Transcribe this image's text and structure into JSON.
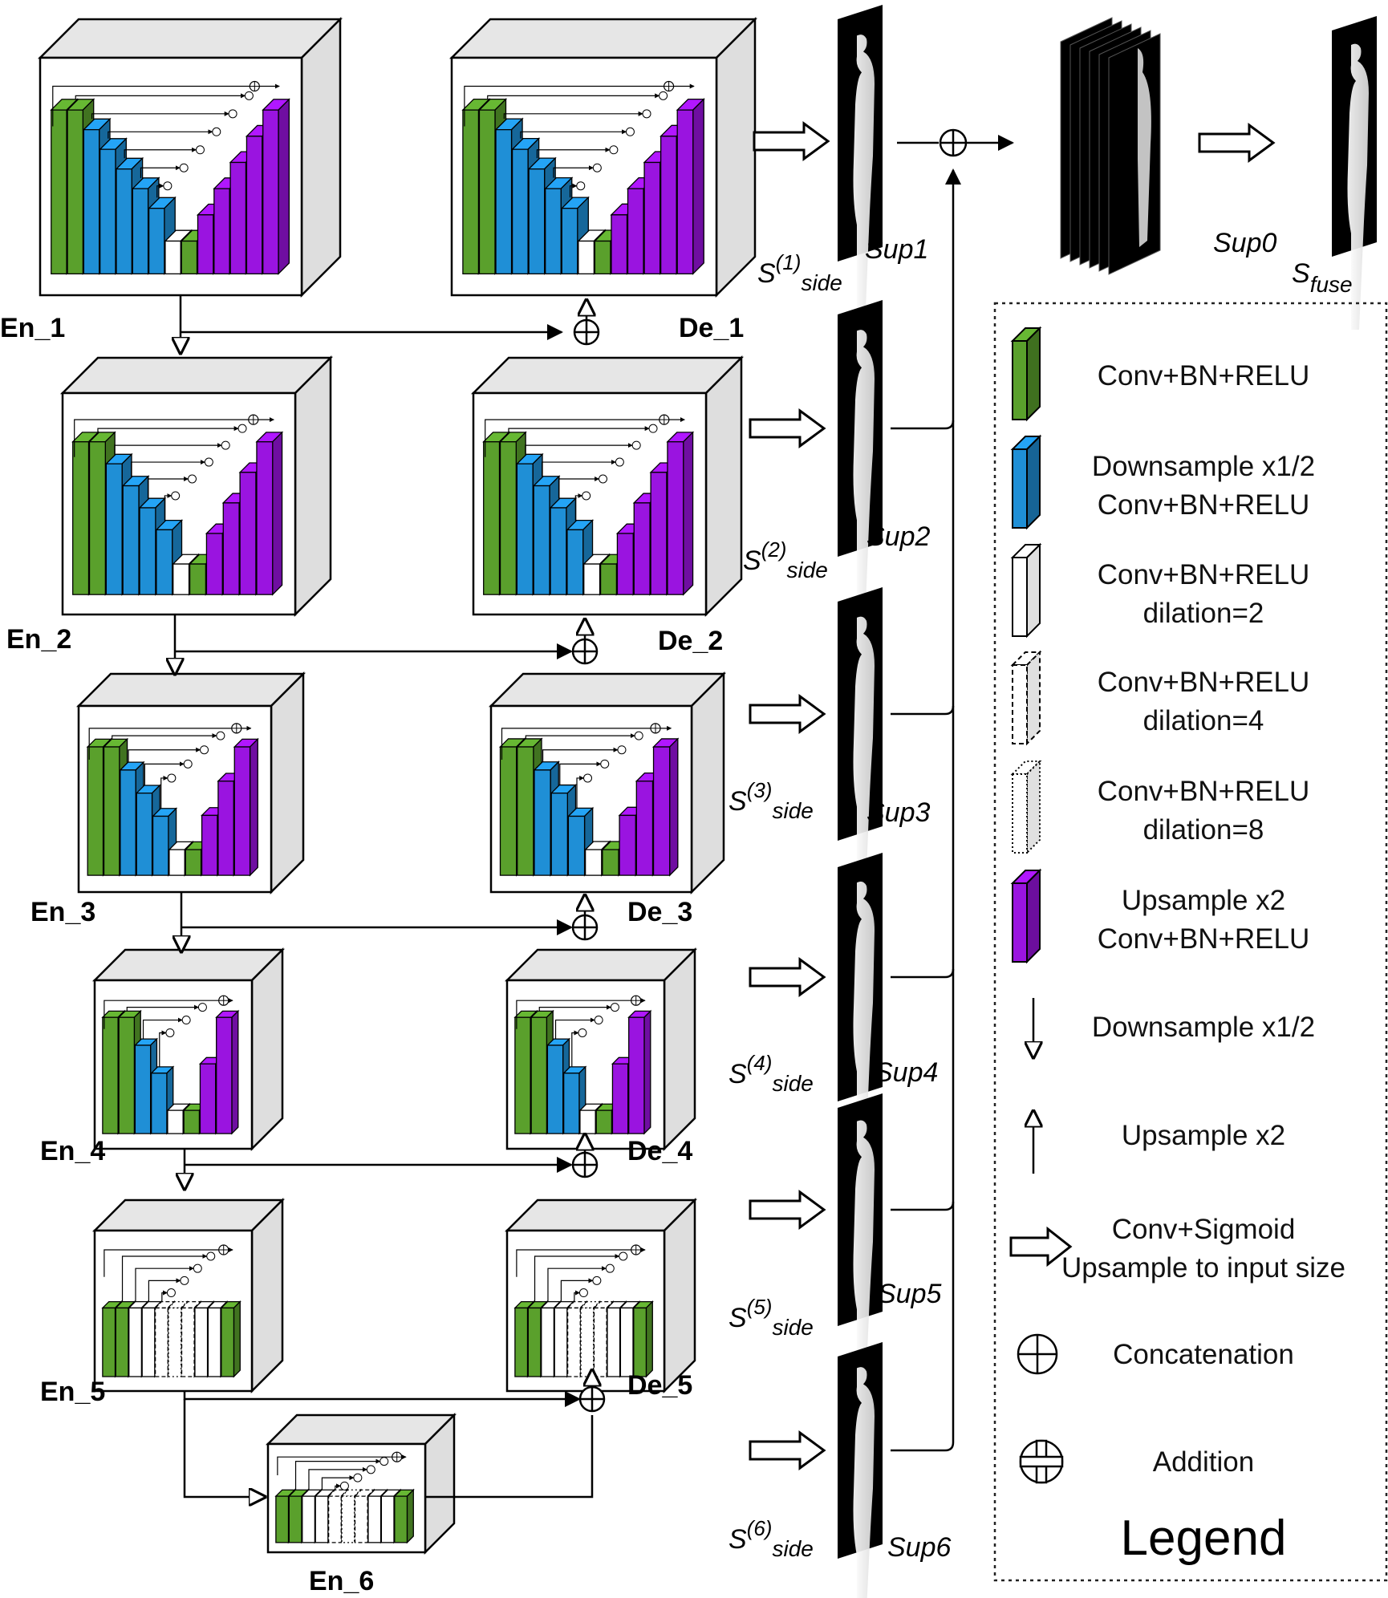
{
  "stages": {
    "en1": "En_1",
    "en2": "En_2",
    "en3": "En_3",
    "en4": "En_4",
    "en5": "En_5",
    "en6": "En_6",
    "de1": "De_1",
    "de2": "De_2",
    "de3": "De_3",
    "de4": "De_4",
    "de5": "De_5"
  },
  "side_outputs": [
    {
      "sup": "Sup1",
      "s": "S",
      "sup_idx": "(1)",
      "sub": "side"
    },
    {
      "sup": "Sup2",
      "s": "S",
      "sup_idx": "(2)",
      "sub": "side"
    },
    {
      "sup": "Sup3",
      "s": "S",
      "sup_idx": "(3)",
      "sub": "side"
    },
    {
      "sup": "Sup4",
      "s": "S",
      "sup_idx": "(4)",
      "sub": "side"
    },
    {
      "sup": "Sup5",
      "s": "S",
      "sup_idx": "(5)",
      "sub": "side"
    },
    {
      "sup": "Sup6",
      "s": "S",
      "sup_idx": "(6)",
      "sub": "side"
    }
  ],
  "fuse": {
    "sup": "Sup0",
    "s": "S",
    "sub": "fuse"
  },
  "legend": {
    "title": "Legend",
    "items": [
      {
        "icon": "green-block-icon",
        "color": "#5aa02c",
        "lines": [
          "Conv+BN+RELU"
        ]
      },
      {
        "icon": "blue-block-icon",
        "color": "#1f8fd6",
        "lines": [
          "Downsample x1/2",
          "Conv+BN+RELU"
        ]
      },
      {
        "icon": "white-block-icon",
        "color": "#ffffff",
        "lines": [
          "Conv+BN+RELU",
          "dilation=2"
        ]
      },
      {
        "icon": "dashed-block-icon",
        "color": "#ffffff",
        "lines": [
          "Conv+BN+RELU",
          "dilation=4"
        ]
      },
      {
        "icon": "dotted-block-icon",
        "color": "#ffffff",
        "lines": [
          "Conv+BN+RELU",
          "dilation=8"
        ]
      },
      {
        "icon": "purple-block-icon",
        "color": "#9a14e0",
        "lines": [
          "Upsample x2",
          "Conv+BN+RELU"
        ]
      },
      {
        "icon": "down-arrow-icon",
        "lines": [
          "Downsample x1/2"
        ]
      },
      {
        "icon": "up-arrow-icon",
        "lines": [
          "Upsample x2"
        ]
      },
      {
        "icon": "hollow-arrow-icon",
        "lines": [
          "Conv+Sigmoid",
          "Upsample to input size"
        ]
      },
      {
        "icon": "concat-icon",
        "lines": [
          "Concatenation"
        ]
      },
      {
        "icon": "addition-icon",
        "lines": [
          "Addition"
        ]
      }
    ]
  },
  "colors": {
    "green": "#5aa02c",
    "blue": "#1f8fd6",
    "purple": "#9a14e0",
    "box_side": "#e6e6e6"
  }
}
